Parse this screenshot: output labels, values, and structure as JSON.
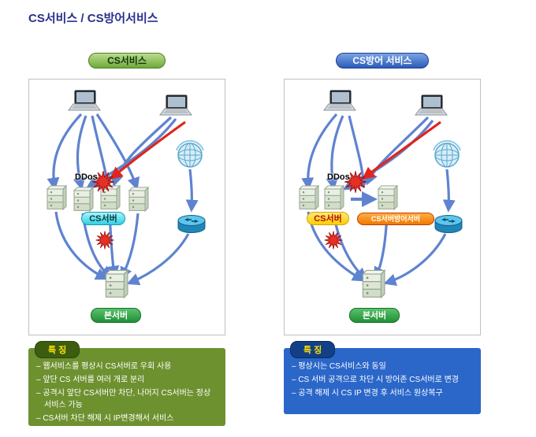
{
  "title": "CS서비스 / CS방어서비스",
  "left_panel": {
    "badge": "CS서비스",
    "labels": {
      "ddos": "DDos",
      "cs_server": "CS서버",
      "main_server": "본서버"
    },
    "features": {
      "header": "특 징",
      "items": [
        "– 웹서비스를 평상시 CS서버로 우회 사용",
        "– 앞단 CS 서버를 여러 개로 분리",
        "– 공격시 앞단 CS서버만 차단, 나머지 CS서버는 정상 서비스 가능",
        "– CS서버 차단 해제 시 IP변경해서 서비스"
      ]
    }
  },
  "right_panel": {
    "badge": "CS방어 서비스",
    "labels": {
      "ddos": "DDos",
      "cs_server": "CS서버",
      "defense_server": "CS서버방어서버",
      "main_server": "본서버"
    },
    "features": {
      "header": "특 징",
      "items": [
        "– 평상시는 CS서비스와 동일",
        "– CS 서버 공격으로 차단 시 방어존 CS서버로 변경",
        "– 공격 해제 시 CS IP 변경 후  서비스 원상복구"
      ]
    }
  },
  "colors": {
    "title_text": "#29308e",
    "left_badge_green": "#6faa3a",
    "right_badge_blue": "#2b5cb8",
    "cs_server_cyan": "#2fd0e4",
    "cs_server_yellow": "#ffcf00",
    "defense_server_orange": "#f07800",
    "main_server_green": "#1f9136",
    "attack_red": "#e0251c",
    "arrow_blue": "#4e76cc",
    "left_feature_bg": "#6e9130",
    "right_feature_bg": "#2b67c9"
  }
}
